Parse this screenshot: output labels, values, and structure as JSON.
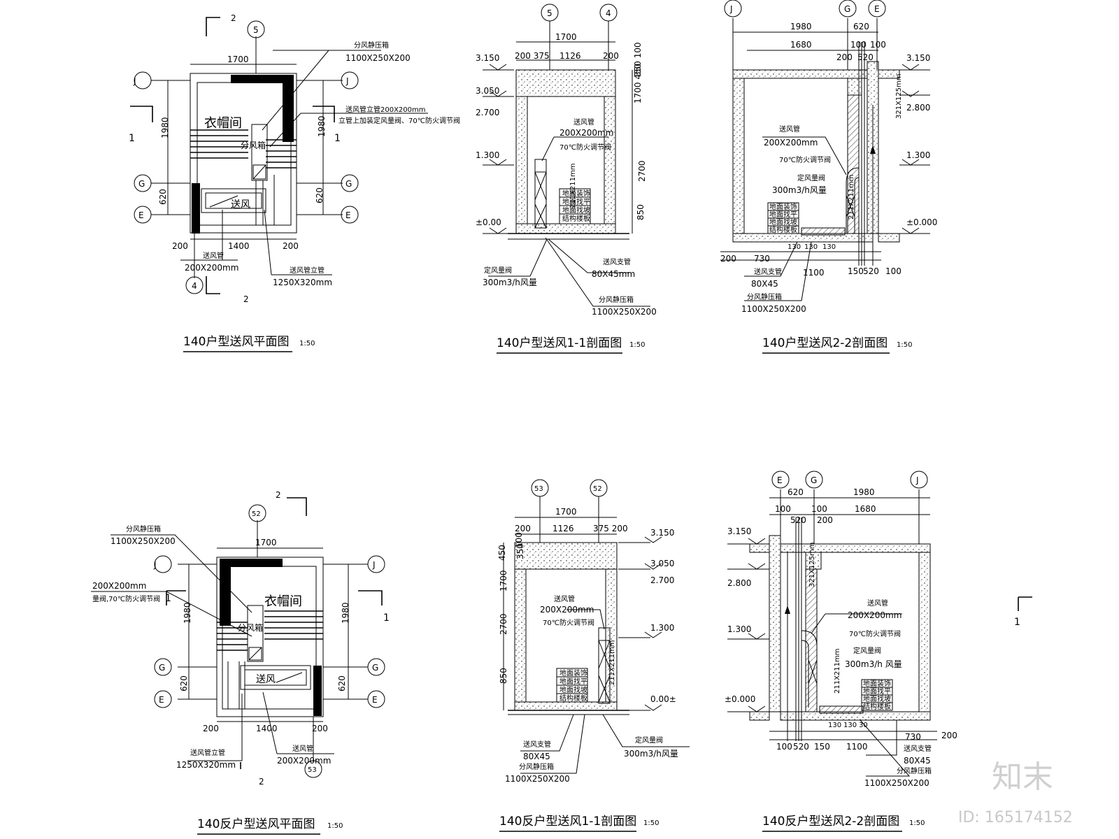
{
  "titles": {
    "plan_a": "140户型送风平面图",
    "sec11_a": "140户型送风1-1剖面图",
    "sec22_a": "140户型送风2-2剖面图",
    "plan_b": "140反户型送风平面图",
    "sec11_b": "140反户型送风1-1剖面图",
    "sec22_b": "140反户型送风2-2剖面图",
    "scale": "1:50"
  },
  "axes": {
    "J": "J",
    "G": "G",
    "E": "E",
    "a5": "5",
    "a4": "4",
    "a53": "53",
    "a52": "52"
  },
  "section_marks": {
    "one": "1",
    "two": "2"
  },
  "rooms": {
    "cloak": "衣帽间",
    "splitter": "分风箱",
    "supply": "送风"
  },
  "dims": {
    "d1700": "1700",
    "d1980": "1980",
    "d620": "620",
    "d200": "200",
    "d1400": "1400",
    "d375": "375",
    "d1126": "1126",
    "d1680": "1680",
    "d100": "100",
    "d520": "520",
    "d150": "150",
    "d730": "730",
    "d1100": "1100",
    "d450": "450",
    "d350": "350",
    "d2700": "2700",
    "d850": "850",
    "d130": "130",
    "d30": "30",
    "sec_a_top": "200 375",
    "sec_b_top": "375 200",
    "sec_a_right": "350 100",
    "sec_a_right2": "1700 450",
    "duct_small": "211X211mm",
    "riser_dim": "321X125mm"
  },
  "levels": {
    "l3150": "3.150",
    "l3050": "3.050",
    "l2700": "2.700",
    "l2800": "2.800",
    "l1300": "1.300",
    "l000": "±0.00",
    "l0000": "±0.000",
    "l000b": "0.00±"
  },
  "labels": {
    "plenum": "分风静压箱",
    "plenum_size": "1100X250X200",
    "riser_title": "送风管立管200X200mm",
    "riser_note": "立管上加装定风量阀、70℃防火调节阀",
    "riser_cut1": "200X200mm",
    "riser_cut2": "量阀,70℃防火调节阀",
    "duct": "送风管",
    "duct_size": "200X200mm",
    "riser": "送风管立管",
    "riser_size": "1250X320mm",
    "fire_damper": "70℃防火调节阀",
    "const_valve": "定风量阀",
    "flow": "300m3/h风量",
    "flow2": "300m3/h 风量",
    "branch": "送风支管",
    "branch_size": "80X45mm",
    "branch_size2": "80X45",
    "floor_layers": [
      "地面装饰",
      "地面找平",
      "地面找坡",
      "结构楼板"
    ]
  },
  "watermark": {
    "logo": "知末",
    "id": "ID: 165174152"
  }
}
